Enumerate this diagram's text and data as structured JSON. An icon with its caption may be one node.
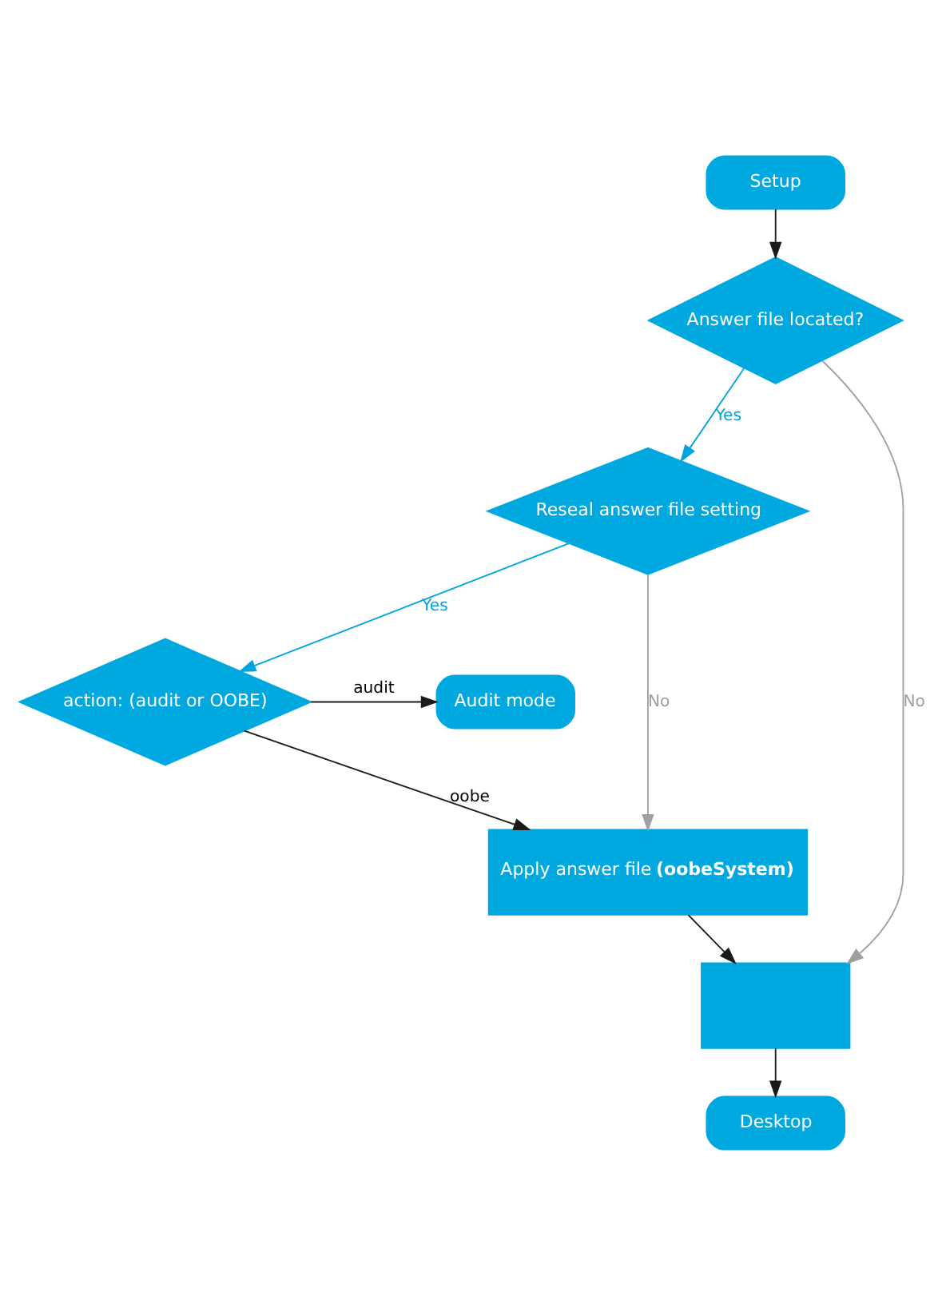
{
  "diagram": {
    "nodes": [
      {
        "text": [
          "Setup"
        ]
      },
      {
        "text": [
          "Answer file located?"
        ]
      },
      {
        "text": [
          "Reseal answer file setting"
        ]
      },
      {
        "text": [
          "action: (audit or OOBE)"
        ]
      },
      {
        "text": [
          "Audit mode"
        ]
      },
      {
        "text": [
          "Apply answer file **(oobeSystem)**"
        ]
      },
      {
        "text": [],
        "shape": "box"
      },
      {
        "text": [
          "Desktop"
        ]
      }
    ],
    "edges": [
      {
        "from": 0,
        "to": 1,
        "arrow": "to"
      },
      {
        "from": 1,
        "to": 2,
        "arrow": "to",
        "label": "Yes",
        "color": "#00a4dc"
      },
      {
        "from": 1,
        "to": 6,
        "arrow": "to",
        "label": "No",
        "color": "#a0a0a0"
      },
      {
        "from": 2,
        "to": 3,
        "arrow": "to",
        "label": "Yes",
        "color": "#00a4dc"
      },
      {
        "from": 2,
        "to": 5,
        "arrow": "to",
        "label": "No",
        "color": "#a0a0a0"
      },
      {
        "from": 3,
        "to": 4,
        "arrow": "to",
        "label": "audit"
      },
      {
        "from": 3,
        "to": 5,
        "arrow": "to",
        "label": "oobe"
      },
      {
        "from": 5,
        "to": 6,
        "arrow": "to"
      },
      {
        "from": 6,
        "to": 7,
        "arrow": "to"
      }
    ]
  }
}
